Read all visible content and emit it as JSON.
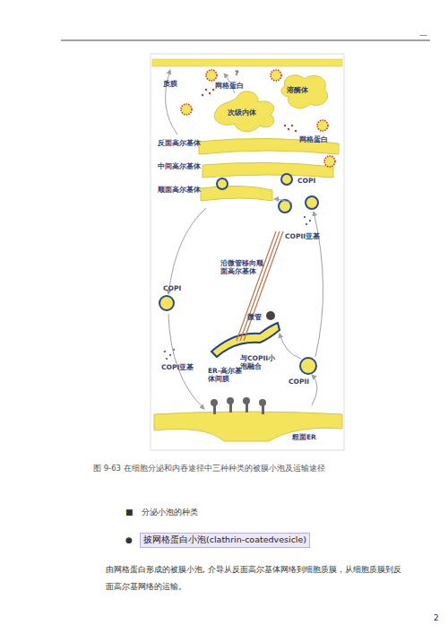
{
  "diagram": {
    "caption": "图 9-63 在细胞分泌和内吞途径中三种种类的被膜小泡及运输途径",
    "nodes": [
      {
        "text": [
          "披网格蛋白小泡(clathrin-coatedvesicle)"
        ]
      }
    ],
    "labels": [
      "—",
      "质膜",
      "网格蛋白",
      "溶酶体",
      "次级内体",
      "网格蛋白",
      "反面高尔基体",
      "中间高尔基体",
      "顺面高尔基体",
      "COPI",
      "COPII亚基",
      "沿微管移向顺面高尔基体",
      "COPI",
      "微管",
      "COPI亚基",
      "与COPII小泡融合",
      "ER-高尔基体间膜",
      "COPII",
      "粗面ER",
      "分泌小泡的种类",
      "由网格蛋白形成的被膜小泡, 介导从反面高尔基体网络到细胞质膜，从细胞质膜到反面高尔基网络的运输。",
      "2",
      "■",
      "●",
      "?"
    ]
  }
}
